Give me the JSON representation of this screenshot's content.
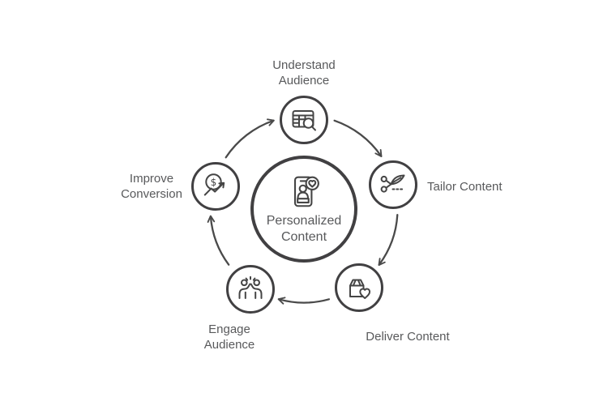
{
  "diagram": {
    "type": "cycle",
    "colors": {
      "background": "#ffffff",
      "circle_stroke": "#414042",
      "arrow_stroke": "#4a4a4a",
      "text": "#58595b"
    },
    "center": {
      "id": "personalized-content",
      "label": "Personalized\nContent",
      "icon": "phone-user-heart-icon"
    },
    "nodes": [
      {
        "id": "understand-audience",
        "label": "Understand\nAudience",
        "icon": "data-table-search-icon"
      },
      {
        "id": "tailor-content",
        "label": "Tailor Content",
        "icon": "scissors-icon"
      },
      {
        "id": "deliver-content",
        "label": "Deliver Content",
        "icon": "bag-heart-icon"
      },
      {
        "id": "engage-audience",
        "label": "Engage\nAudience",
        "icon": "high-five-icon"
      },
      {
        "id": "improve-conversion",
        "label": "Improve\nConversion",
        "icon": "coin-growth-icon"
      }
    ],
    "edges": [
      {
        "from": "improve-conversion",
        "to": "understand-audience"
      },
      {
        "from": "understand-audience",
        "to": "tailor-content"
      },
      {
        "from": "tailor-content",
        "to": "deliver-content"
      },
      {
        "from": "deliver-content",
        "to": "engage-audience"
      },
      {
        "from": "engage-audience",
        "to": "improve-conversion"
      }
    ],
    "icons": {
      "dollar_symbol": "$"
    }
  }
}
